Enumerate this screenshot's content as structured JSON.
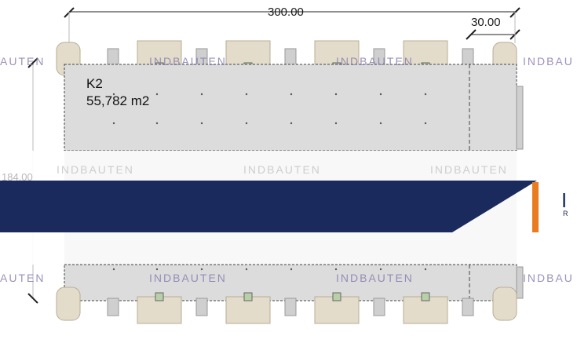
{
  "dimensions": {
    "total_length": "300.00",
    "bay_width": "30.00",
    "depth": "184.00"
  },
  "unit": {
    "name": "K2",
    "area": "55,782 m2"
  },
  "watermark": {
    "brand": "INDBAUTEN",
    "fragment_left": "AUTEN",
    "fragment_right": "INDBAU"
  },
  "banner": {
    "brand_initial": "I",
    "brand_sub": "R"
  },
  "colors": {
    "hall_fill": "#dcdcdc",
    "banner_navy": "#1b2a5c",
    "accent_orange": "#e97c1f",
    "core_fill": "#e3dccb",
    "core_green": "#b8d0a8"
  }
}
